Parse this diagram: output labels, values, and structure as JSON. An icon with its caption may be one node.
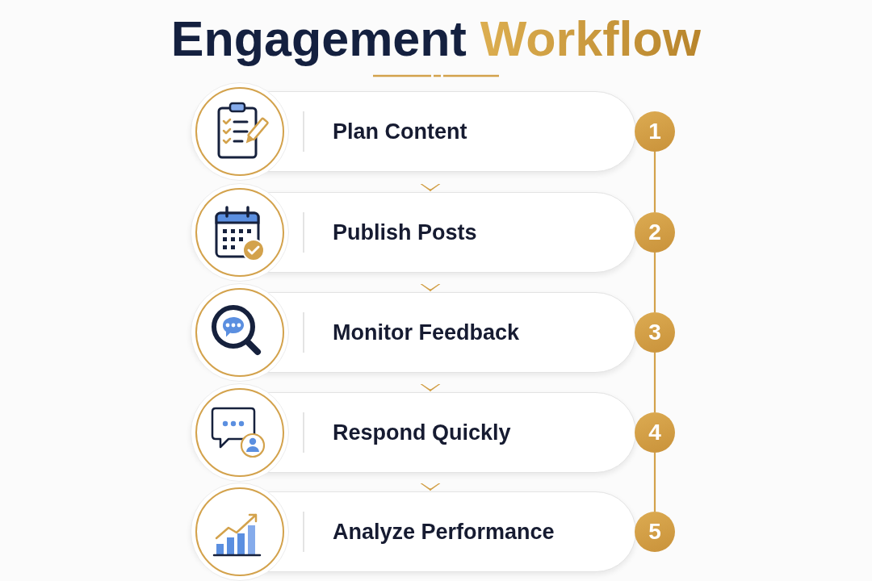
{
  "diagram": {
    "title": "Engagement Workflow",
    "nodes": [
      {
        "text": [
          "Plan Content"
        ]
      },
      {
        "text": [
          "1"
        ]
      },
      {
        "text": [
          "Publish Posts"
        ]
      },
      {
        "text": [
          "2"
        ]
      },
      {
        "text": [
          "Monitor Feedback"
        ]
      },
      {
        "text": [
          "3"
        ]
      },
      {
        "text": [
          "Respond Quickly"
        ]
      },
      {
        "text": [
          "4"
        ]
      },
      {
        "text": [
          "Analyze Performance"
        ]
      },
      {
        "text": [
          "5"
        ]
      }
    ],
    "edges": [
      {
        "from": 0,
        "to": 2,
        "arrow": "to"
      },
      {
        "from": 2,
        "to": 4,
        "arrow": "to"
      },
      {
        "from": 4,
        "to": 6,
        "arrow": "to"
      },
      {
        "from": 6,
        "to": 8,
        "arrow": "to"
      },
      {
        "from": 1,
        "to": 3,
        "arrow": "none"
      },
      {
        "from": 3,
        "to": 5,
        "arrow": "none"
      },
      {
        "from": 5,
        "to": 7,
        "arrow": "none"
      },
      {
        "from": 7,
        "to": 9,
        "arrow": "none"
      }
    ]
  }
}
